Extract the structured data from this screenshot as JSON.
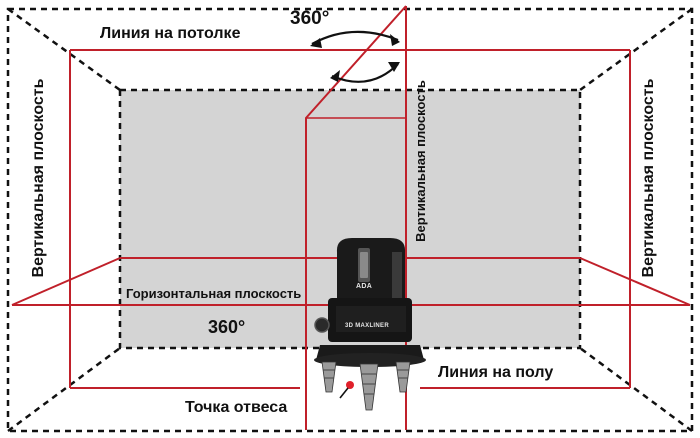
{
  "labels": {
    "ceiling_line": "Линия на потолке",
    "vertical_plane_left": "Вертикальная плоскость",
    "vertical_plane_center": "Вертикальная плоскость",
    "vertical_plane_right": "Вертикальная плоскость",
    "horizontal_plane": "Горизонтальная плоскость",
    "rotation_top": "360°",
    "rotation_horizontal": "360°",
    "floor_line": "Линия на полу",
    "plumb_point": "Точка отвеса"
  },
  "device": {
    "brand_text": "3D MAXLINER",
    "logo_text": "ADA"
  },
  "colors": {
    "laser": "#c0202a",
    "wall_fill": "#d4d4d4",
    "dashed_lines": "#111111",
    "device_body": "#1a1a1a",
    "plumb_dot": "#e0202a"
  }
}
